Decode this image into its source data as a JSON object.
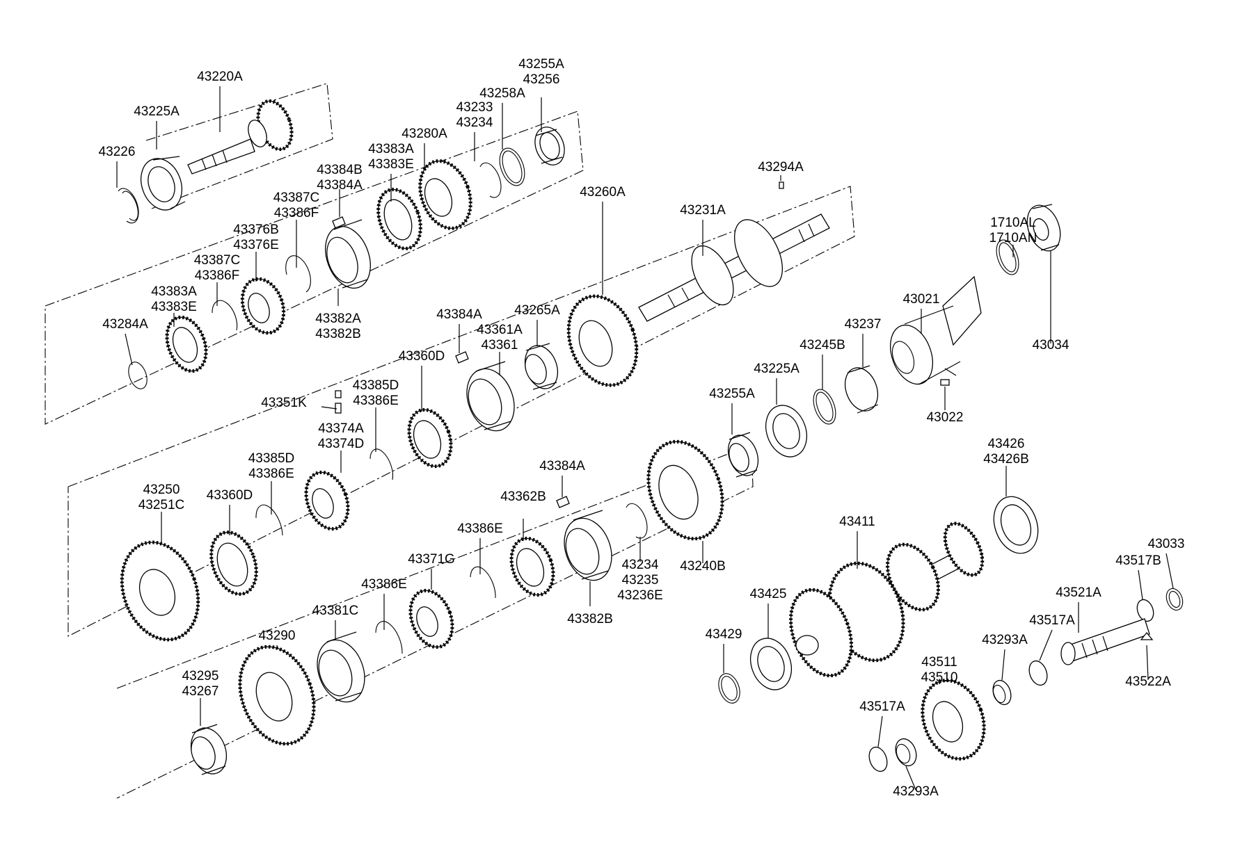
{
  "labels": [
    [
      "43220A"
    ],
    [
      "43225A"
    ],
    [
      "43226"
    ],
    [
      "43255A",
      "43256"
    ],
    [
      "43258A"
    ],
    [
      "43233",
      "43234"
    ],
    [
      "43280A"
    ],
    [
      "43383A",
      "43383E"
    ],
    [
      "43384B",
      "43384A"
    ],
    [
      "43387C",
      "43386F"
    ],
    [
      "43376B",
      "43376E"
    ],
    [
      "43387C",
      "43386F"
    ],
    [
      "43383A",
      "43383E"
    ],
    [
      "43284A"
    ],
    [
      "43382A",
      "43382B"
    ],
    [
      "43294A"
    ],
    [
      "43231A"
    ],
    [
      "43260A"
    ],
    [
      "43265A"
    ],
    [
      "43384A"
    ],
    [
      "43361A",
      "43361"
    ],
    [
      "43360D"
    ],
    [
      "43385D",
      "43386E"
    ],
    [
      "43351K"
    ],
    [
      "43374A",
      "43374D"
    ],
    [
      "43385D",
      "43386E"
    ],
    [
      "43360D"
    ],
    [
      "43250",
      "43251C"
    ],
    [
      "1710AL",
      "1710AN"
    ],
    [
      "43034"
    ],
    [
      "43021"
    ],
    [
      "43022"
    ],
    [
      "43237"
    ],
    [
      "43245B"
    ],
    [
      "43225A"
    ],
    [
      "43255A"
    ],
    [
      "43384A"
    ],
    [
      "43362B"
    ],
    [
      "43386E"
    ],
    [
      "43371G"
    ],
    [
      "43386E"
    ],
    [
      "43381C"
    ],
    [
      "43290"
    ],
    [
      "43295",
      "43267"
    ],
    [
      "43382B"
    ],
    [
      "43234",
      "43235",
      "43236E"
    ],
    [
      "43240B"
    ],
    [
      "43426",
      "43426B"
    ],
    [
      "43411"
    ],
    [
      "43425"
    ],
    [
      "43429"
    ],
    [
      "43033"
    ],
    [
      "43517B"
    ],
    [
      "43521A"
    ],
    [
      "43517A"
    ],
    [
      "43293A"
    ],
    [
      "43511",
      "43510"
    ],
    [
      "43522A"
    ],
    [
      "43517A"
    ],
    [
      "43293A"
    ]
  ]
}
